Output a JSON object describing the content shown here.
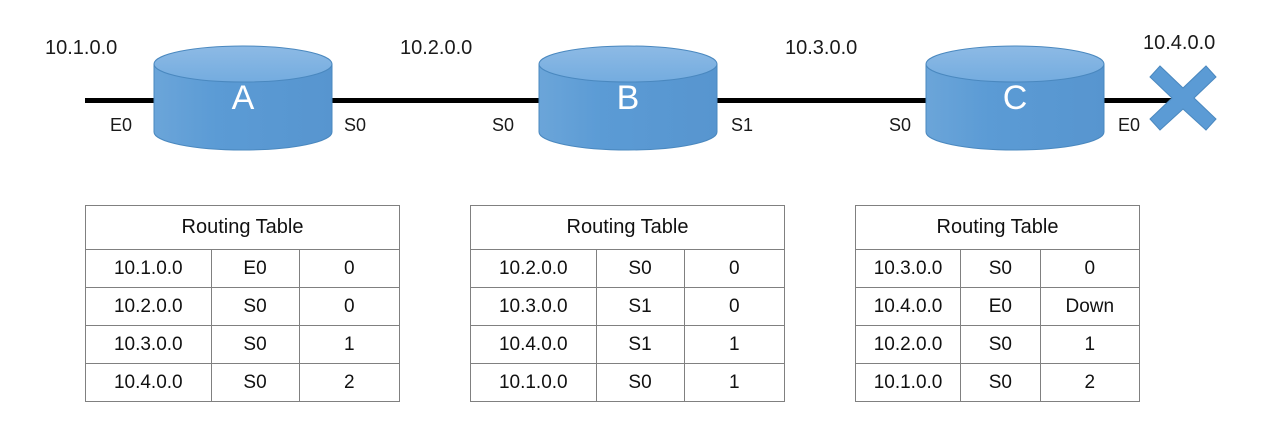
{
  "diagram": {
    "title": "Routing tables across three routers with a downed link",
    "accent_color": "#5B9BD5",
    "accent_top_color": "#7FB1DE",
    "line_color": "#000000",
    "table_border_color": "#808080"
  },
  "network": {
    "segments": [
      {
        "id": "seg-1",
        "label": "10.1.0.0"
      },
      {
        "id": "seg-2",
        "label": "10.2.0.0"
      },
      {
        "id": "seg-3",
        "label": "10.3.0.0"
      },
      {
        "id": "seg-4",
        "label": "10.4.0.0"
      }
    ],
    "routers": [
      {
        "id": "router-a",
        "name": "A",
        "left_interface": "E0",
        "right_interface": "S0"
      },
      {
        "id": "router-b",
        "name": "B",
        "left_interface": "S0",
        "right_interface": "S1"
      },
      {
        "id": "router-c",
        "name": "C",
        "left_interface": "S0",
        "right_interface": "E0"
      }
    ],
    "failure_marker": {
      "icon": "x-cross-icon",
      "on_segment": "10.4.0.0",
      "meaning": "link down"
    }
  },
  "tables": [
    {
      "id": "routing-table-a",
      "router": "A",
      "title": "Routing Table",
      "rows": [
        {
          "network": "10.1.0.0",
          "interface": "E0",
          "metric": "0"
        },
        {
          "network": "10.2.0.0",
          "interface": "S0",
          "metric": "0"
        },
        {
          "network": "10.3.0.0",
          "interface": "S0",
          "metric": "1"
        },
        {
          "network": "10.4.0.0",
          "interface": "S0",
          "metric": "2"
        }
      ]
    },
    {
      "id": "routing-table-b",
      "router": "B",
      "title": "Routing Table",
      "rows": [
        {
          "network": "10.2.0.0",
          "interface": "S0",
          "metric": "0"
        },
        {
          "network": "10.3.0.0",
          "interface": "S1",
          "metric": "0"
        },
        {
          "network": "10.4.0.0",
          "interface": "S1",
          "metric": "1"
        },
        {
          "network": "10.1.0.0",
          "interface": "S0",
          "metric": "1"
        }
      ]
    },
    {
      "id": "routing-table-c",
      "router": "C",
      "title": "Routing Table",
      "rows": [
        {
          "network": "10.3.0.0",
          "interface": "S0",
          "metric": "0"
        },
        {
          "network": "10.4.0.0",
          "interface": "E0",
          "metric": "Down"
        },
        {
          "network": "10.2.0.0",
          "interface": "S0",
          "metric": "1"
        },
        {
          "network": "10.1.0.0",
          "interface": "S0",
          "metric": "2"
        }
      ]
    }
  ]
}
